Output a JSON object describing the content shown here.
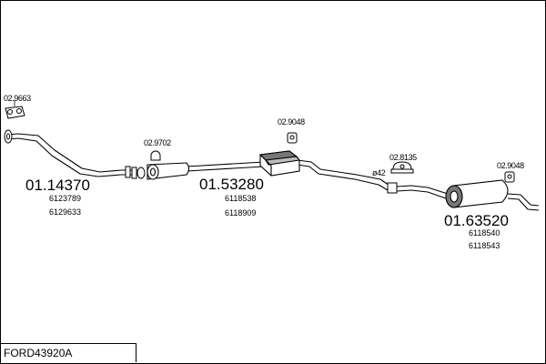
{
  "title": "FORD43920A",
  "parts": {
    "front": {
      "number": "01.14370",
      "oe": [
        "6123789",
        "6129633"
      ]
    },
    "middle": {
      "number": "01.53280",
      "oe": [
        "6118538",
        "6118909"
      ]
    },
    "rear": {
      "number": "01.63520",
      "oe": [
        "6118540",
        "6118543"
      ]
    }
  },
  "accessories": {
    "front_gasket": "02.9663",
    "clamp": "02.9702",
    "mount_mid": "02.9048",
    "mount_rear_center": "02.8135",
    "mount_rear": "02.9048"
  },
  "diameter_label": "ø42"
}
